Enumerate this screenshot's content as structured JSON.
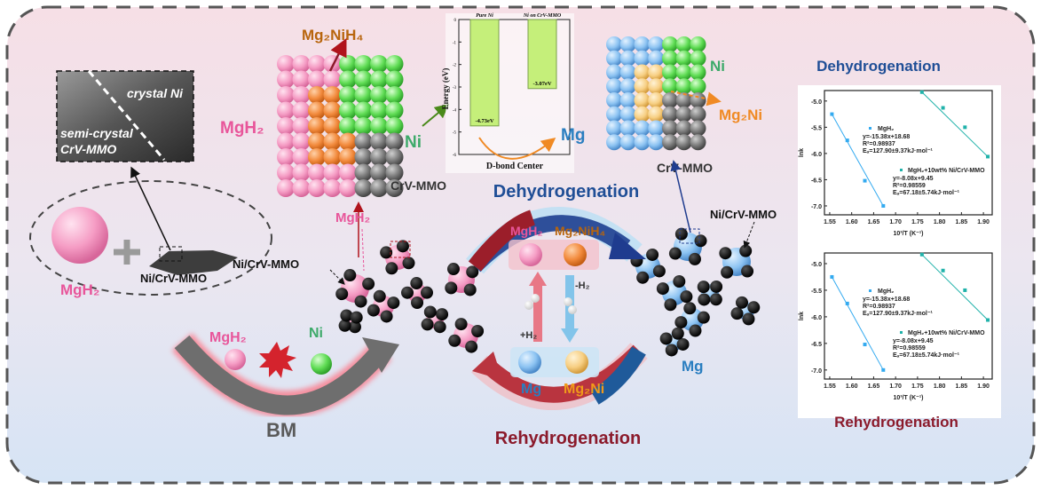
{
  "tem": {
    "crystal": "crystal Ni",
    "semi1": "semi-crystal",
    "semi2": "CrV-MMO"
  },
  "left_panel": {
    "mgh2": "MgH₂",
    "ni_crv": "Ni/CrV-MMO"
  },
  "ball_mill": {
    "mgh2": "MgH₂",
    "ni": "Ni",
    "label": "BM"
  },
  "crystal_pink": {
    "mgh2": "MgH₂",
    "mg2nih4": "Mg₂NiH₄",
    "ni": "Ni",
    "crv": "CrV-MMO"
  },
  "crystal_blue": {
    "mg": "Mg",
    "ni": "Ni",
    "mg2ni": "Mg₂Ni",
    "crv": "CrV-MMO"
  },
  "particles": {
    "left_nicrv": "Ni/CrV-MMO",
    "left_mgh2": "MgH₂",
    "right_nicrv": "Ni/CrV-MMO",
    "right_mg": "Mg"
  },
  "cycle": {
    "dehydrogenation": "Dehydrogenation",
    "rehydrogenation": "Rehydrogenation",
    "top_left": "MgH₂",
    "top_right": "Mg₂NiH₄",
    "bottom_left": "Mg",
    "bottom_right": "Mg₂Ni",
    "minus_h2": "-H₂",
    "plus_h2": "+H₂"
  },
  "colors": {
    "pink": "#e8559a",
    "orange_brown": "#b8650d",
    "green": "#3daa6a",
    "blue": "#2a7ec0",
    "dark_blue": "#1f4e96",
    "dark_red": "#8b1a2b",
    "bar_green": "#c5ef7a"
  },
  "bar_chart": {
    "type": "bar",
    "categories": [
      "Pure Ni",
      "Ni on CrV-MMO"
    ],
    "values": [
      -4.73,
      -3.07
    ],
    "value_labels": [
      "-4.73eV",
      "-3.07eV"
    ],
    "xlabel": "D-bond Center",
    "ylabel": "Energy (eV)",
    "ylim": [
      -6,
      0
    ],
    "yticks": [
      "0",
      "-1",
      "-2",
      "-3",
      "-4",
      "-5",
      "-6"
    ]
  },
  "chart_data": [
    {
      "type": "scatter",
      "title": "Dehydrogenation",
      "xlabel": "10³/T (K⁻¹)",
      "ylabel": "lnk",
      "xlim": [
        1.538,
        1.92
      ],
      "ylim": [
        -7.17,
        -4.8
      ],
      "xticks": [
        "1.55",
        "1.60",
        "1.65",
        "1.70",
        "1.75",
        "1.80",
        "1.85",
        "1.90"
      ],
      "yticks": [
        "-5.0",
        "-5.5",
        "-6.0",
        "-6.5",
        "-7.0"
      ],
      "series": [
        {
          "name": "MgH₂",
          "color": "#33aaf0",
          "x": [
            1.555,
            1.59,
            1.63,
            1.672
          ],
          "y": [
            -5.25,
            -5.75,
            -6.52,
            -7.0
          ],
          "fit": "y=-15.38x+18.68",
          "r2": "R²=0.98937",
          "ea": "Eₐ=127.90±9.37kJ·mol⁻¹"
        },
        {
          "name": "MgH₂+10wt% Ni/CrV-MMO",
          "color": "#20b2aa",
          "x": [
            1.76,
            1.808,
            1.858,
            1.91
          ],
          "y": [
            -4.83,
            -5.13,
            -5.5,
            -6.06
          ],
          "fit": "y=-8.08x+9.45",
          "r2": "R²=0.98559",
          "ea": "Eₐ=67.18±5.74kJ·mol⁻¹"
        }
      ]
    },
    {
      "type": "scatter",
      "title": "Rehydrogenation",
      "xlabel": "10³/T (K⁻¹)",
      "ylabel": "lnk",
      "xlim": [
        1.538,
        1.92
      ],
      "ylim": [
        -7.17,
        -4.8
      ],
      "xticks": [
        "1.55",
        "1.60",
        "1.65",
        "1.70",
        "1.75",
        "1.80",
        "1.85",
        "1.90"
      ],
      "yticks": [
        "-5.0",
        "-5.5",
        "-6.0",
        "-6.5",
        "-7.0"
      ],
      "series": [
        {
          "name": "MgH₂",
          "color": "#33aaf0",
          "x": [
            1.555,
            1.59,
            1.63,
            1.672
          ],
          "y": [
            -5.25,
            -5.75,
            -6.52,
            -7.0
          ],
          "fit": "y=-15.38x+18.68",
          "r2": "R²=0.98937",
          "ea": "Eₐ=127.90±9.37kJ·mol⁻¹"
        },
        {
          "name": "MgH₂+10wt% Ni/CrV-MMO",
          "color": "#20b2aa",
          "x": [
            1.76,
            1.808,
            1.858,
            1.91
          ],
          "y": [
            -4.83,
            -5.13,
            -5.5,
            -6.06
          ],
          "fit": "y=-8.08x+9.45",
          "r2": "R²=0.98559",
          "ea": "Eₐ=67.18±5.74kJ·mol⁻¹"
        }
      ]
    }
  ]
}
